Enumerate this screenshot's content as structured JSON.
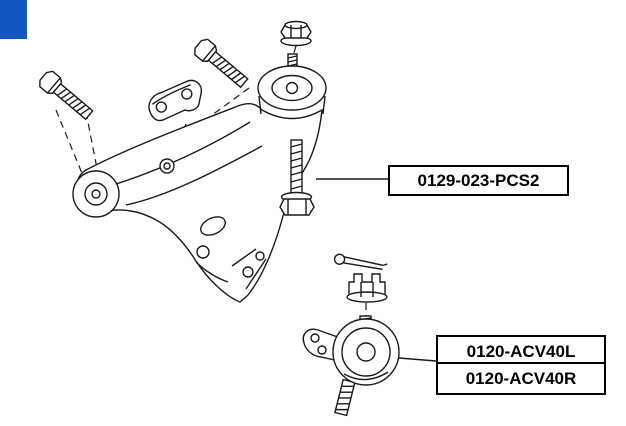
{
  "canvas": {
    "background": "#ffffff",
    "line_color": "#1a1a1a"
  },
  "watermark": {
    "color": "#1557c0"
  },
  "labels": {
    "camber_bolt": "0129-023-PCS2",
    "ball_joint_left": "0120-ACV40L",
    "ball_joint_right": "0120-ACV40R"
  },
  "components": [
    "front-arm-bolt",
    "rear-arm-bolt",
    "support-bracket",
    "flange-nut",
    "control-arm",
    "camber-bolt",
    "cotter-pin",
    "castle-nut",
    "ball-joint"
  ]
}
